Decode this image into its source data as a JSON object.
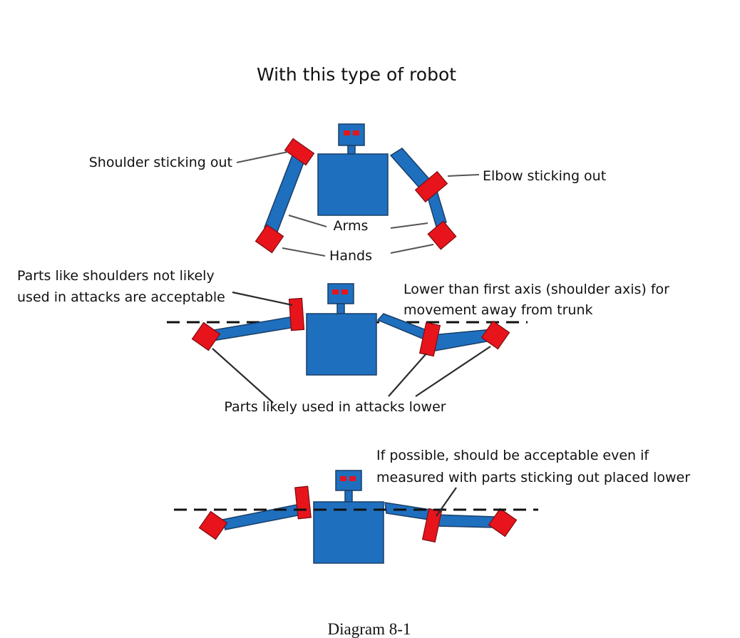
{
  "title": "With this type of robot",
  "figure1": {
    "shoulder_label": "Shoulder sticking out",
    "elbow_label": "Elbow sticking out",
    "arms_label": "Arms",
    "hands_label": "Hands"
  },
  "figure2": {
    "shoulders_note_line1": "Parts like shoulders not likely",
    "shoulders_note_line2": "used in attacks are acceptable",
    "axis_note_line1": "Lower than first axis (shoulder axis) for",
    "axis_note_line2": "movement away from trunk",
    "attack_parts_label": "Parts likely used in attacks lower"
  },
  "figure3": {
    "note_line1": "If possible, should be acceptable even if",
    "note_line2": "measured with parts sticking out placed lower"
  },
  "caption": "Diagram 8-1",
  "colors": {
    "robot_body": "#1f6fbf",
    "robot_joints": "#e8141c"
  }
}
